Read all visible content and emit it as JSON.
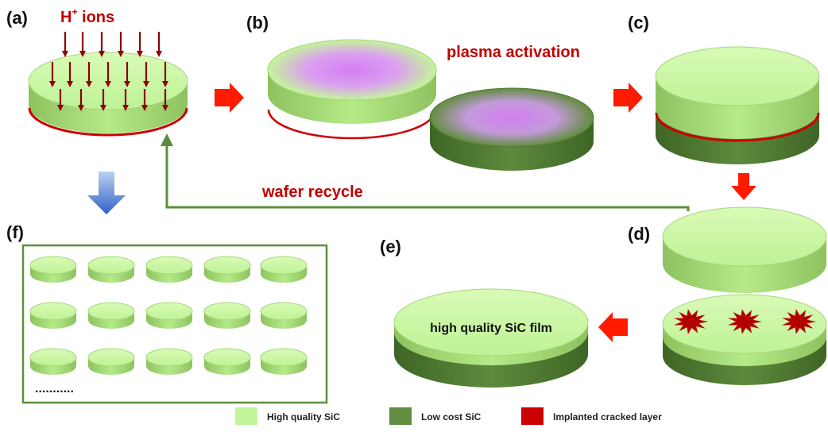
{
  "labels": {
    "a": "(a)",
    "b": "(b)",
    "c": "(c)",
    "d": "(d)",
    "e": "(e)",
    "f": "(f)"
  },
  "texts": {
    "h_ions_main": "H",
    "h_ions_sup": "+",
    "h_ions_rest": " ions",
    "plasma": "plasma activation",
    "wafer_recycle": "wafer recycle",
    "film": "high quality SiC film",
    "dots": "..........."
  },
  "legend": [
    {
      "label": "High quality SiC",
      "color": "#c4f59a"
    },
    {
      "label": "Low cost SiC",
      "color": "#628c3f"
    },
    {
      "label": "Implanted cracked layer",
      "color": "#cc0000"
    }
  ],
  "colors": {
    "high_quality": "#c4f59a",
    "low_cost": "#628c3f",
    "implanted": "#cc0000",
    "plasma": "#d27ef2",
    "arrow_red": "#ff1a00",
    "arrow_blue": "#2f63c9",
    "recycle_line": "#5b8f3a"
  }
}
